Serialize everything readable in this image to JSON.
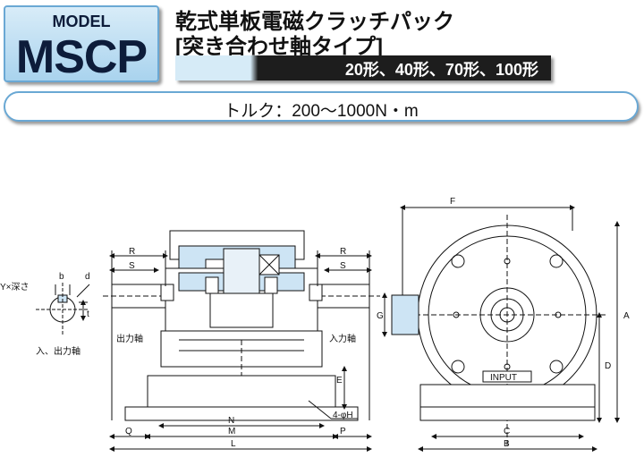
{
  "header": {
    "model_label": "MODEL",
    "model_code": "MSCP",
    "title_line1": "乾式単板電磁クラッチパック",
    "title_line2": "[突き合わせ軸タイプ]",
    "sizes": "20形、40形、70形、100形"
  },
  "torque": "トルク：200〜1000N・m",
  "drawing": {
    "labels": {
      "R": "R",
      "S": "S",
      "F": "F",
      "G": "G",
      "A": "A",
      "D": "D",
      "E": "E",
      "N": "N",
      "M": "M",
      "L": "L",
      "Q": "Q",
      "P": "P",
      "C": "C",
      "B": "B",
      "b": "b",
      "d": "d",
      "t": "t",
      "key": "Y×深さ",
      "output_shaft": "出力軸",
      "input_shaft": "入力軸",
      "io_shaft": "入、出力軸",
      "bolt_holes": "4-φH",
      "input_plate": "INPUT"
    }
  }
}
